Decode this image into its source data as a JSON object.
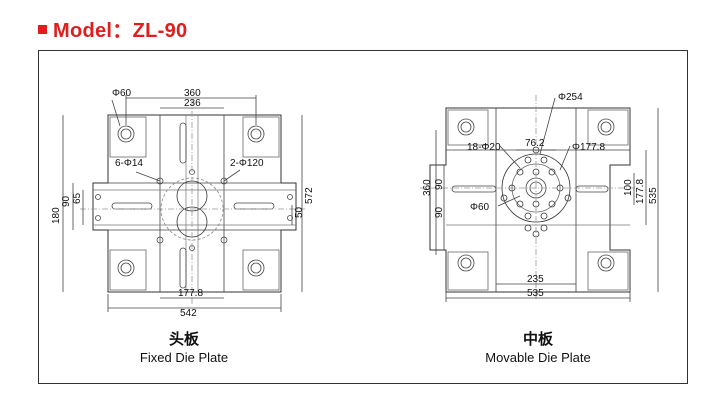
{
  "header": {
    "title": "Model：ZL-90",
    "accent_color": "#e01e1e"
  },
  "fixed": {
    "caption_zh": "头板",
    "caption_en": "Fixed Die Plate",
    "labels": {
      "phi60": "Φ60",
      "d360": "360",
      "d236": "236",
      "holes6": "6-Φ14",
      "holes2": "2-Φ120",
      "d90": "90",
      "d65": "65",
      "d180": "180",
      "d572": "572",
      "d50": "50",
      "d1778": "177.8",
      "d542": "542"
    }
  },
  "movable": {
    "caption_zh": "中板",
    "caption_en": "Movable Die Plate",
    "labels": {
      "phi254": "Φ254",
      "d762": "76.2",
      "holes18": "18-Φ20",
      "phi1778": "Φ177.8",
      "d360": "360",
      "d90a": "90",
      "d90b": "90",
      "phi60": "Φ60",
      "d100": "100",
      "d1778": "177.8",
      "d535r": "535",
      "d235": "235",
      "d535b": "535"
    }
  }
}
